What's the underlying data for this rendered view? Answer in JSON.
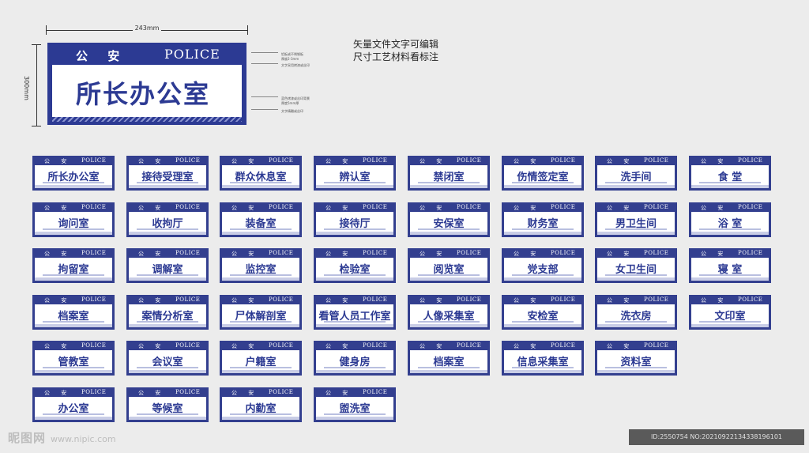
{
  "dimension_width": "243mm",
  "dimension_height": "300mm",
  "header": {
    "left": "公 安",
    "right": "POLICE"
  },
  "feature_sign": {
    "room": "所长办公室"
  },
  "notes": [
    {
      "text": "铝板或不锈钢板"
    },
    {
      "text": "厚度2-3mm"
    },
    {
      "text": "文字采用烤漆或丝印"
    },
    {
      "text": "蓝色烤漆或丝印背景"
    },
    {
      "text": "厚度5mm厚"
    },
    {
      "text": "文字精雕或丝印"
    }
  ],
  "description": {
    "line1": "矢量文件文字可编辑",
    "line2": "尺寸工艺材料看标注"
  },
  "signs": [
    {
      "name": "所长办公室"
    },
    {
      "name": "接待受理室"
    },
    {
      "name": "群众休息室"
    },
    {
      "name": "辨认室"
    },
    {
      "name": "禁闭室"
    },
    {
      "name": "伤情签定室"
    },
    {
      "name": "洗手间"
    },
    {
      "name": "食 堂"
    },
    {
      "name": "询问室"
    },
    {
      "name": "收拘厅"
    },
    {
      "name": "装备室"
    },
    {
      "name": "接待厅"
    },
    {
      "name": "安保室"
    },
    {
      "name": "财务室"
    },
    {
      "name": "男卫生间"
    },
    {
      "name": "浴 室"
    },
    {
      "name": "拘留室"
    },
    {
      "name": "调解室"
    },
    {
      "name": "监控室"
    },
    {
      "name": "检验室"
    },
    {
      "name": "阅览室"
    },
    {
      "name": "党支部"
    },
    {
      "name": "女卫生间"
    },
    {
      "name": "寝 室"
    },
    {
      "name": "档案室"
    },
    {
      "name": "案情分析室"
    },
    {
      "name": "尸体解剖室"
    },
    {
      "name": "看管人员工作室"
    },
    {
      "name": "人像采集室"
    },
    {
      "name": "安检室"
    },
    {
      "name": "洗衣房"
    },
    {
      "name": "文印室"
    },
    {
      "name": "管教室"
    },
    {
      "name": "会议室"
    },
    {
      "name": "户籍室"
    },
    {
      "name": "健身房"
    },
    {
      "name": "档案室"
    },
    {
      "name": "信息采集室"
    },
    {
      "name": "资料室"
    },
    {
      "name": "办公室"
    },
    {
      "name": "等候室"
    },
    {
      "name": "内勤室"
    },
    {
      "name": "盥洗室"
    }
  ],
  "watermark": {
    "brand": "昵图网",
    "url": "www.nipic.com"
  },
  "id_text": "ID:2550754 NO:20210922134338196101"
}
